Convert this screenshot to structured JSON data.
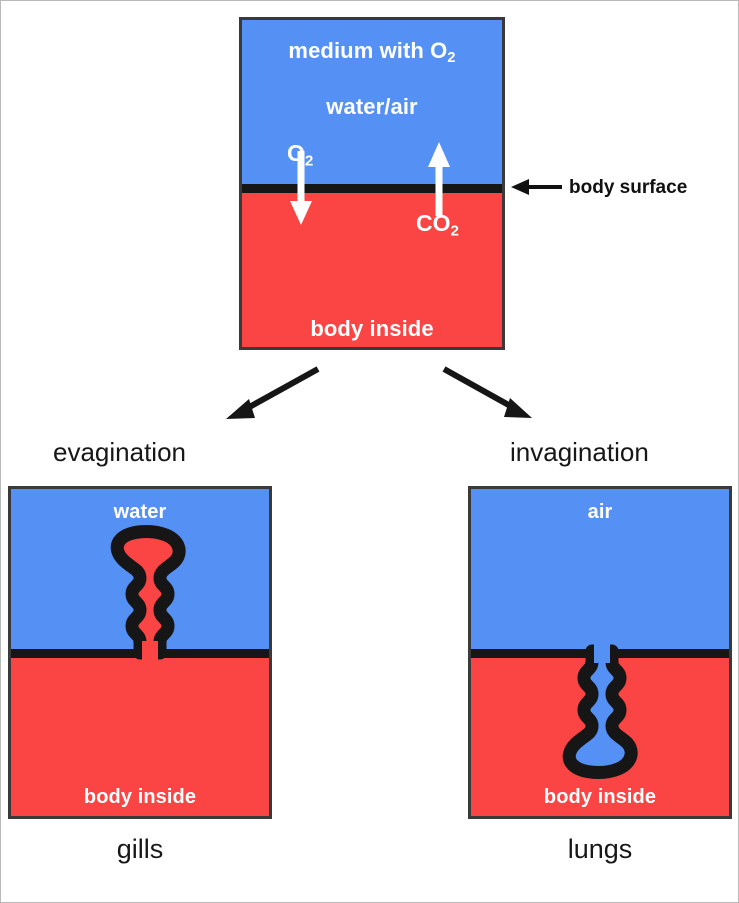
{
  "diagram": {
    "title_top_panel": {
      "medium_label": "medium with O",
      "medium_label_sub": "2",
      "medium_sub_label": "water/air",
      "inside_label": "body inside"
    },
    "gases": {
      "oxygen": {
        "label": "O",
        "sub": "2",
        "direction": "down",
        "meaning": "oxygen-uptake-arrow"
      },
      "carbon_dioxide": {
        "label": "CO",
        "sub": "2",
        "direction": "up",
        "meaning": "carbon-dioxide-release-arrow"
      }
    },
    "callout": {
      "body_surface": "body surface"
    },
    "branches": {
      "left": "evagination",
      "right": "invagination"
    },
    "left_panel": {
      "medium_label": "water",
      "inside_label": "body inside",
      "caption": "gills"
    },
    "right_panel": {
      "medium_label": "air",
      "inside_label": "body inside",
      "caption": "lungs"
    },
    "colors": {
      "medium_blue": "#5590f5",
      "body_red": "#fb4444",
      "surface_black": "#161616",
      "panel_border": "#3a3a3a",
      "text_white": "#ffffff",
      "text_black": "#171717"
    }
  }
}
